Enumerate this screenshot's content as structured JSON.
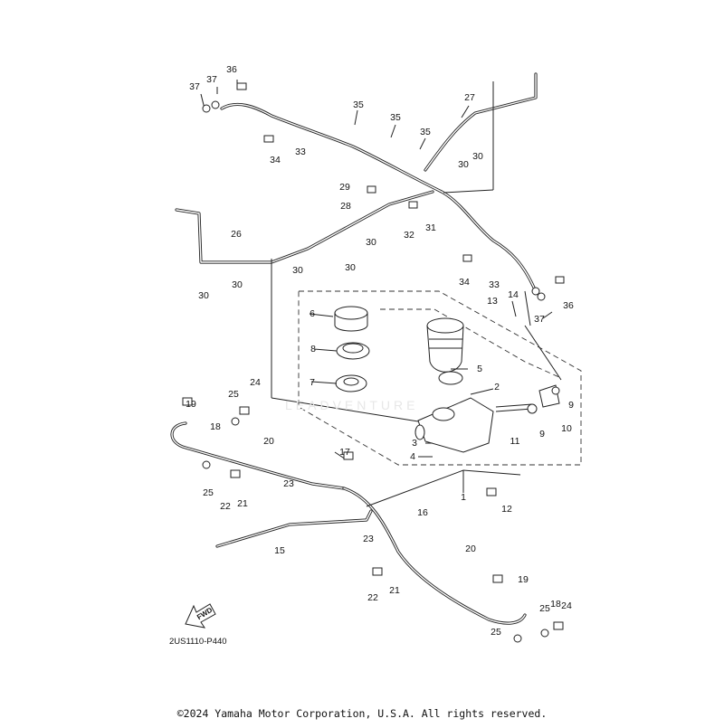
{
  "diagram_code": "2US1110-P440",
  "fwd_label": "FWD",
  "copyright": "©2024 Yamaha Motor Corporation, U.S.A. All rights reserved.",
  "watermark": "LEADVENTURE",
  "callouts": [
    {
      "n": "36"
    },
    {
      "n": "37"
    },
    {
      "n": "37"
    },
    {
      "n": "35"
    },
    {
      "n": "35"
    },
    {
      "n": "35"
    },
    {
      "n": "27"
    },
    {
      "n": "34"
    },
    {
      "n": "33"
    },
    {
      "n": "30"
    },
    {
      "n": "30"
    },
    {
      "n": "29"
    },
    {
      "n": "28"
    },
    {
      "n": "32"
    },
    {
      "n": "31"
    },
    {
      "n": "26"
    },
    {
      "n": "30"
    },
    {
      "n": "30"
    },
    {
      "n": "30"
    },
    {
      "n": "30"
    },
    {
      "n": "30"
    },
    {
      "n": "34"
    },
    {
      "n": "33"
    },
    {
      "n": "14"
    },
    {
      "n": "13"
    },
    {
      "n": "37"
    },
    {
      "n": "36"
    },
    {
      "n": "6"
    },
    {
      "n": "8"
    },
    {
      "n": "7"
    },
    {
      "n": "5"
    },
    {
      "n": "2"
    },
    {
      "n": "9"
    },
    {
      "n": "10"
    },
    {
      "n": "9"
    },
    {
      "n": "11"
    },
    {
      "n": "3"
    },
    {
      "n": "4"
    },
    {
      "n": "1"
    },
    {
      "n": "12"
    },
    {
      "n": "24"
    },
    {
      "n": "25"
    },
    {
      "n": "19"
    },
    {
      "n": "18"
    },
    {
      "n": "20"
    },
    {
      "n": "17"
    },
    {
      "n": "25"
    },
    {
      "n": "23"
    },
    {
      "n": "22"
    },
    {
      "n": "21"
    },
    {
      "n": "16"
    },
    {
      "n": "23"
    },
    {
      "n": "15"
    },
    {
      "n": "20"
    },
    {
      "n": "19"
    },
    {
      "n": "22"
    },
    {
      "n": "21"
    },
    {
      "n": "18"
    },
    {
      "n": "24"
    },
    {
      "n": "25"
    },
    {
      "n": "25"
    }
  ]
}
